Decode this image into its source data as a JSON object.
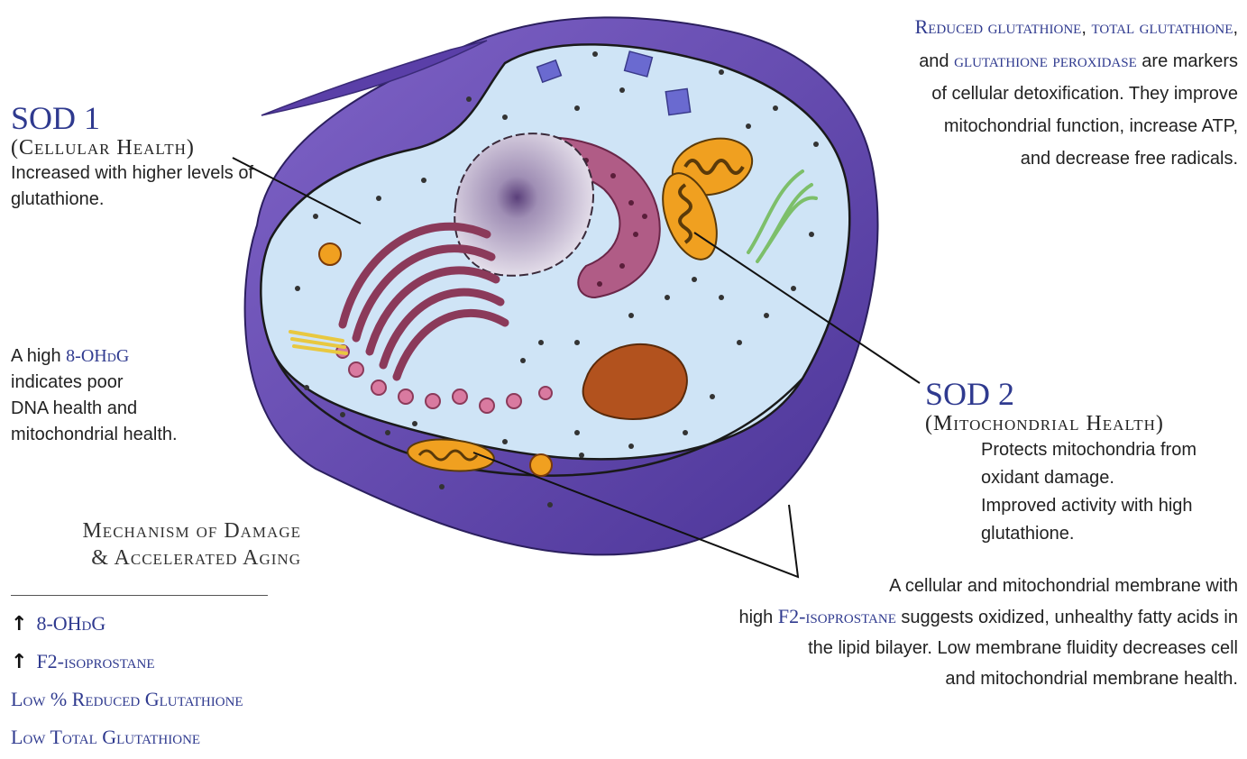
{
  "sod1": {
    "title": "SOD 1",
    "subtitle": "(Cellular Health)",
    "desc_line1": "Increased with higher levels of",
    "desc_line2": "glutathione."
  },
  "ohdg_note": {
    "prefix": "A high ",
    "marker": "8-OHdG",
    "line2": "indicates poor",
    "line3": "DNA health and",
    "line4": "mitochondrial health."
  },
  "mechanism": {
    "title_line1": "Mechanism of Damage",
    "title_line2": "& Accelerated Aging",
    "items": [
      {
        "arrow": "↑",
        "label": "8-OHdG"
      },
      {
        "arrow": "↑",
        "label": "F2-isoprostane"
      },
      {
        "arrow": "",
        "label": "Low % Reduced Glutathione"
      },
      {
        "arrow": "",
        "label": "Low Total Glutathione"
      }
    ]
  },
  "glutathione_note": {
    "marker1": "Reduced glutathione",
    "sep1": ", ",
    "marker2": "total glutathione",
    "sep2": ",",
    "line2_prefix": "and ",
    "marker3": "glutathione peroxidase",
    "line2_suffix": " are markers",
    "line3": "of cellular detoxification. They improve",
    "line4": "mitochondrial function, increase ATP,",
    "line5": "and decrease free radicals."
  },
  "sod2": {
    "title": "SOD 2",
    "subtitle": "(Mitochondrial Health)",
    "desc_line1": "Protects mitochondria from",
    "desc_line2": "oxidant damage.",
    "desc_line3": "Improved activity with high",
    "desc_line4": "glutathione."
  },
  "membrane_note": {
    "line1": "A cellular and mitochondrial membrane with",
    "line2_prefix": "high ",
    "marker": "F2-isoprostane",
    "line2_suffix": " suggests oxidized, unhealthy fatty acids in",
    "line3": "the lipid bilayer. Low membrane fluidity decreases cell",
    "line4": "and mitochondrial membrane health."
  },
  "colors": {
    "accent_blue": "#2f3a8f",
    "cell_purple": "#6a4fb3",
    "cytoplasm": "#cfe4f6",
    "golgi": "#8b3a5a",
    "mitochondria": "#f0a020",
    "er_green": "#7dbf6a"
  }
}
